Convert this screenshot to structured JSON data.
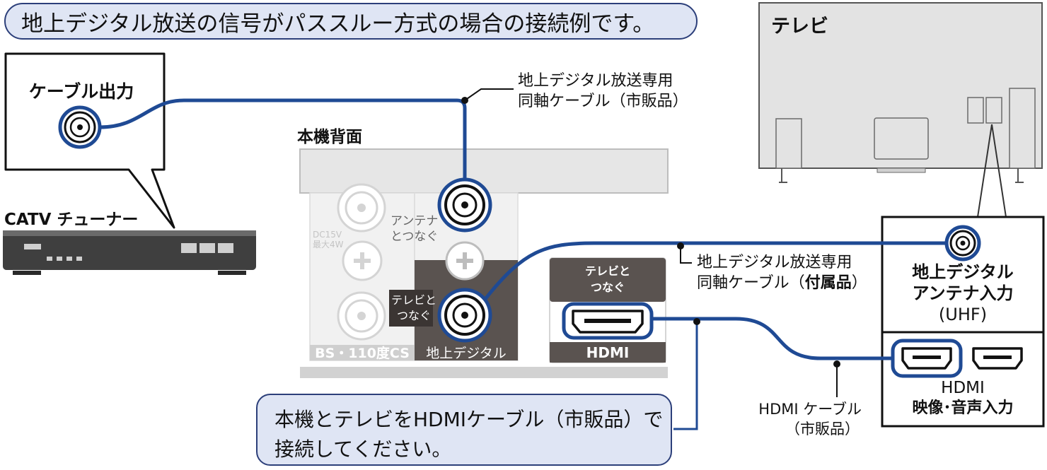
{
  "header": {
    "title": "地上デジタル放送の信号がパススルー方式の場合の接続例です。"
  },
  "catv": {
    "bubble_label": "ケーブル出力",
    "tuner_label": "CATV チューナー"
  },
  "cable_top": {
    "line1": "地上デジタル放送専用",
    "line2": "同軸ケーブル（市販品）"
  },
  "unit": {
    "title": "本機背面",
    "antenna_in_1": "アンテナ",
    "antenna_in_2": "とつなぐ",
    "bs_power_1": "DC15V",
    "bs_power_2": "最大4W",
    "tv_out_1": "テレビと",
    "tv_out_2": "つなぐ",
    "bs_section": "BS・110度CS",
    "terrestrial_section": "地上デジタル",
    "hdmi_tag_1": "テレビと",
    "hdmi_tag_2": "つなぐ",
    "hdmi_label": "HDMI"
  },
  "cable_mid": {
    "line1": "地上デジタル放送専用",
    "line2_prefix": "同軸ケーブル（",
    "line2_bold": "付属品",
    "line2_suffix": "）"
  },
  "tv": {
    "title": "テレビ",
    "antenna_1": "地上デジタル",
    "antenna_2": "アンテナ入力",
    "antenna_3": "(UHF)",
    "hdmi_1": "HDMI",
    "hdmi_2": "映像･音声入力"
  },
  "hdmi_cable": {
    "line1": "HDMI ケーブル",
    "line2": "（市販品）"
  },
  "note": {
    "line1": "本機とテレビをHDMIケーブル（市販品）で",
    "line2": "接続してください。"
  },
  "colors": {
    "cable": "#1f4a94",
    "highlight": "#1f4a94",
    "panel_dark": "#5a5350",
    "panel_light": "#e8e8e8",
    "bubble_fill": "#dfe5f4"
  }
}
